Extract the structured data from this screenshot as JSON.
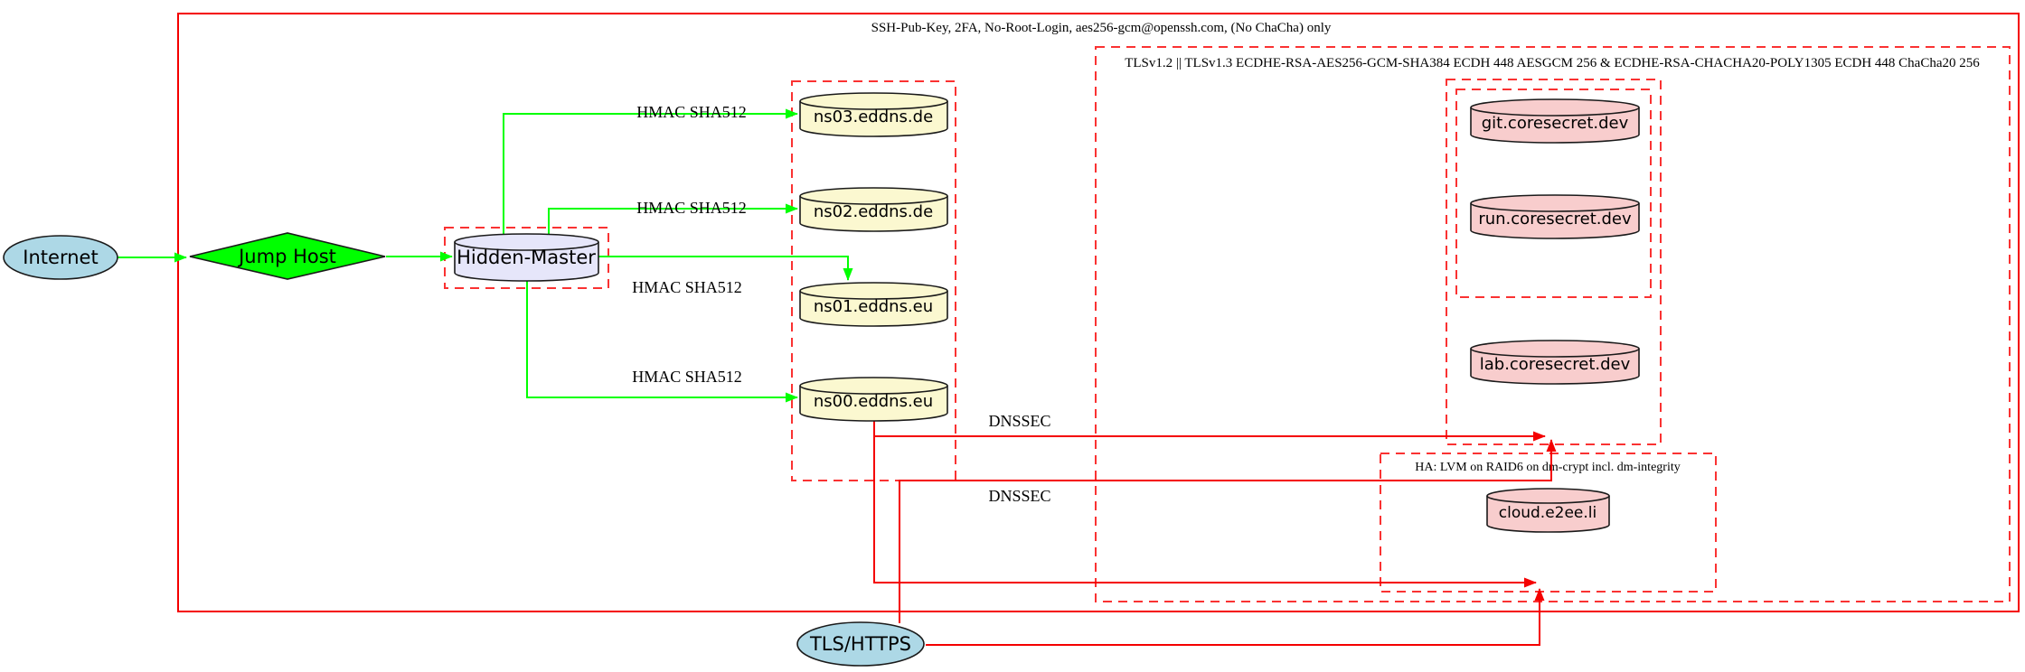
{
  "diagram": {
    "clusters": {
      "ssh": {
        "label": "SSH-Pub-Key, 2FA, No-Root-Login, aes256-gcm@openssh.com, (No ChaCha) only"
      },
      "tls": {
        "label": "TLSv1.2 || TLSv1.3 ECDHE-RSA-AES256-GCM-SHA384 ECDH 448 AESGCM 256 & ECDHE-RSA-CHACHA20-POLY1305 ECDH 448 ChaCha20 256"
      },
      "ha": {
        "label": "HA: LVM on RAID6 on dm-crypt incl. dm-integrity"
      }
    },
    "nodes": {
      "internet": {
        "label": "Internet",
        "shape": "ellipse",
        "fill": "#add8e6"
      },
      "jump_host": {
        "label": "Jump Host",
        "shape": "diamond",
        "fill": "#00ff00"
      },
      "hidden_master": {
        "label": "Hidden-Master",
        "shape": "cylinder",
        "fill": "#e6e6fa"
      },
      "ns03": {
        "label": "ns03.eddns.de",
        "shape": "cylinder",
        "fill": "#fbf8d0"
      },
      "ns02": {
        "label": "ns02.eddns.de",
        "shape": "cylinder",
        "fill": "#fbf8d0"
      },
      "ns01": {
        "label": "ns01.eddns.eu",
        "shape": "cylinder",
        "fill": "#fbf8d0"
      },
      "ns00": {
        "label": "ns00.eddns.eu",
        "shape": "cylinder",
        "fill": "#fbf8d0"
      },
      "git": {
        "label": "git.coresecret.dev",
        "shape": "cylinder",
        "fill": "#f8cdcd"
      },
      "run": {
        "label": "run.coresecret.dev",
        "shape": "cylinder",
        "fill": "#f8cdcd"
      },
      "lab": {
        "label": "lab.coresecret.dev",
        "shape": "cylinder",
        "fill": "#f8cdcd"
      },
      "cloud": {
        "label": "cloud.e2ee.li",
        "shape": "cylinder",
        "fill": "#f8cdcd"
      },
      "tls_https": {
        "label": "TLS/HTTPS",
        "shape": "ellipse",
        "fill": "#add8e6"
      }
    },
    "edge_labels": {
      "hmac1": "HMAC SHA512",
      "hmac2": "HMAC SHA512",
      "hmac3": "HMAC SHA512",
      "hmac4": "HMAC SHA512",
      "dnssec1": "DNSSEC",
      "dnssec2": "DNSSEC"
    },
    "colors": {
      "edge_green": "#00ff00",
      "edge_red": "#f40000",
      "cluster_border_red": "#fa3232",
      "node_lightblue": "#add8e6",
      "node_lavender": "#e6e6fa",
      "node_lightyellow": "#fbf8d0",
      "node_pink": "#f8cdcd"
    }
  }
}
